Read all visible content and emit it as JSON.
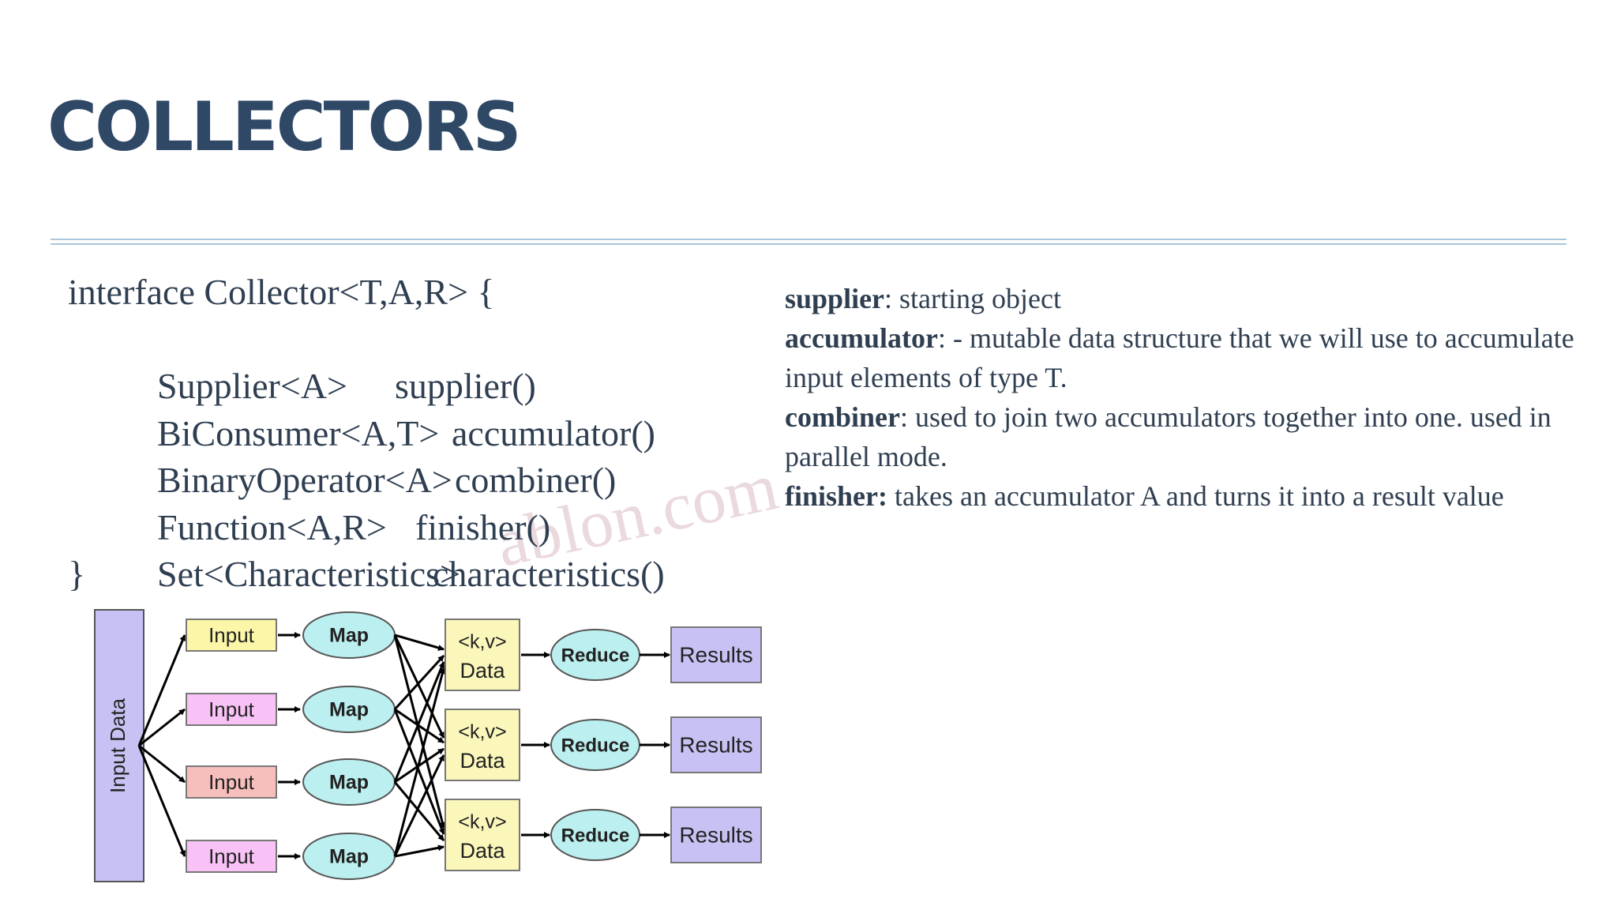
{
  "slide": {
    "title": "COLLECTORS",
    "watermark": "ablon.com",
    "colors": {
      "title": "#2e4866",
      "rule": "#aac7db",
      "body_text": "#2f3f51",
      "input_data_box": "#c8c2f4",
      "input_yellow": "#fbf6a8",
      "input_pink": "#f8c2f6",
      "input_salmon": "#f7bfbb",
      "map_ellipse": "#bcefef",
      "data_box": "#fbf7bb",
      "results_box": "#c8c2f4"
    }
  },
  "code": {
    "open": "interface Collector<T,A,R> {",
    "lines": [
      {
        "type": "Supplier<A>",
        "method": "supplier()"
      },
      {
        "type": "BiConsumer<A,T>",
        "method": "accumulator()"
      },
      {
        "type": "BinaryOperator<A>",
        "method": "combiner()"
      },
      {
        "type": "Function<A,R>",
        "method": "finisher()"
      },
      {
        "type": "Set<Characteristics>",
        "method": "characteristics()"
      }
    ],
    "close": "}"
  },
  "descriptions": [
    {
      "term": "supplier",
      "text": ": starting object"
    },
    {
      "term": "accumulator",
      "text": ": - mutable data structure that we will use to accumulate input elements of type T."
    },
    {
      "term": "combiner",
      "text": ": used to join two accumulators together into one. used in parallel mode."
    },
    {
      "term": "finisher:",
      "text": " takes an accumulator A and turns it into a result value"
    }
  ],
  "diagram": {
    "input_data_label": "Input Data",
    "inputs": [
      "Input",
      "Input",
      "Input",
      "Input"
    ],
    "maps": [
      "Map",
      "Map",
      "Map",
      "Map"
    ],
    "data": [
      {
        "kv": "<k,v>",
        "label": "Data"
      },
      {
        "kv": "<k,v>",
        "label": "Data"
      },
      {
        "kv": "<k,v>",
        "label": "Data"
      }
    ],
    "reduces": [
      "Reduce",
      "Reduce",
      "Reduce"
    ],
    "results": [
      "Results",
      "Results",
      "Results"
    ]
  }
}
